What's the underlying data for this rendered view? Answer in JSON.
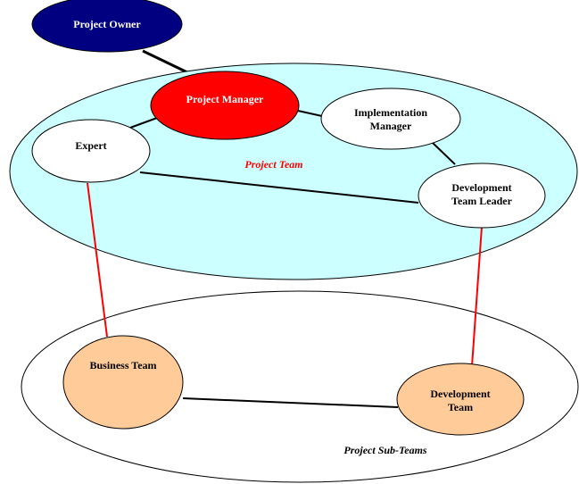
{
  "colors": {
    "owner_fill": "#000080",
    "owner_text": "#ffffff",
    "manager_fill": "#ff0000",
    "manager_text": "#ffffff",
    "team_fill": "#ccffff",
    "subteam_fill": "#ffffff",
    "member_fill": "#ffffff",
    "subteam_member_fill": "#ffcc99",
    "outline": "#000000",
    "link_black": "#000000",
    "link_red": "#ff0000",
    "project_team_label": "#ff0000",
    "sub_teams_label": "#000000"
  },
  "diagram": {
    "project_owner": "Project Owner",
    "project_manager": "Project Manager",
    "implementation_manager": [
      "Implementation",
      "Manager"
    ],
    "expert": "Expert",
    "development_team_leader": [
      "Development",
      "Team Leader"
    ],
    "project_team_label": "Project Team",
    "business_team": "Business Team",
    "development_team": [
      "Development",
      "Team"
    ],
    "project_sub_teams_label": "Project Sub-Teams"
  }
}
